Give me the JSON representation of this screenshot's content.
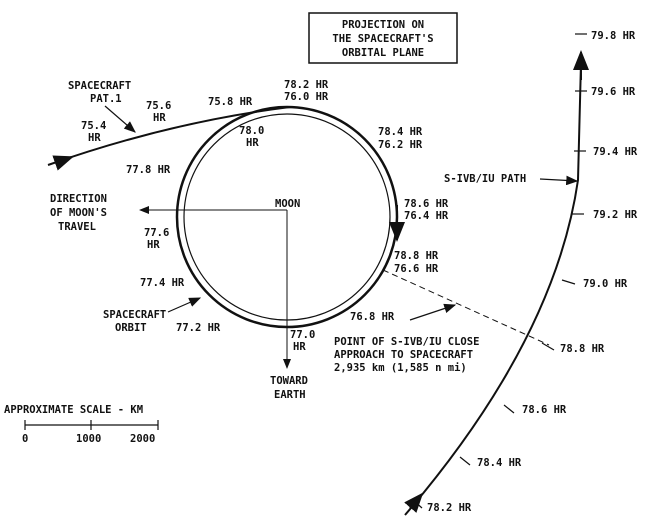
{
  "title_box": [
    "PROJECTION ON",
    "THE SPACECRAFT'S",
    "ORBITAL PLANE"
  ],
  "moon_label": "MOON",
  "direction_label": [
    "DIRECTION",
    "OF MOON'S",
    "TRAVEL"
  ],
  "toward_earth": [
    "TOWARD",
    "EARTH"
  ],
  "spacecraft_path_label": [
    "SPACECRAFT",
    "PAT.1"
  ],
  "spacecraft_orbit_label": [
    "SPACECRAFT",
    "ORBIT"
  ],
  "sivb_path_label": "S-IVB/IU PATH",
  "close_approach": [
    "POINT OF S-IVB/IU CLOSE",
    "APPROACH TO SPACECRAFT",
    "2,935 km (1,585 n mi)"
  ],
  "scale": {
    "title": "APPROXIMATE SCALE - KM",
    "ticks": [
      "0",
      "1000",
      "2000"
    ]
  },
  "spacecraft_times": {
    "t754": [
      "75.4",
      "HR"
    ],
    "t756": [
      "75.6",
      "HR"
    ],
    "t758": "75.8 HR",
    "t782_760": [
      "78.2 HR",
      "76.0 HR"
    ],
    "t780": [
      "78.0",
      "HR"
    ],
    "t784_762": [
      "78.4 HR",
      "76.2 HR"
    ],
    "t778": "77.8 HR",
    "t786_764": [
      "78.6 HR",
      "76.4 HR"
    ],
    "t776": [
      "77.6",
      "HR"
    ],
    "t788_766": [
      "78.8 HR",
      "76.6 HR"
    ],
    "t774": "77.4 HR",
    "t768": "76.8 HR",
    "t772": "77.2 HR",
    "t770": [
      "77.0",
      "HR"
    ]
  },
  "sivb_times": [
    "79.8 HR",
    "79.6 HR",
    "79.4 HR",
    "79.2 HR",
    "79.0 HR",
    "78.8 HR",
    "78.6 HR",
    "78.4 HR",
    "78.2 HR"
  ]
}
